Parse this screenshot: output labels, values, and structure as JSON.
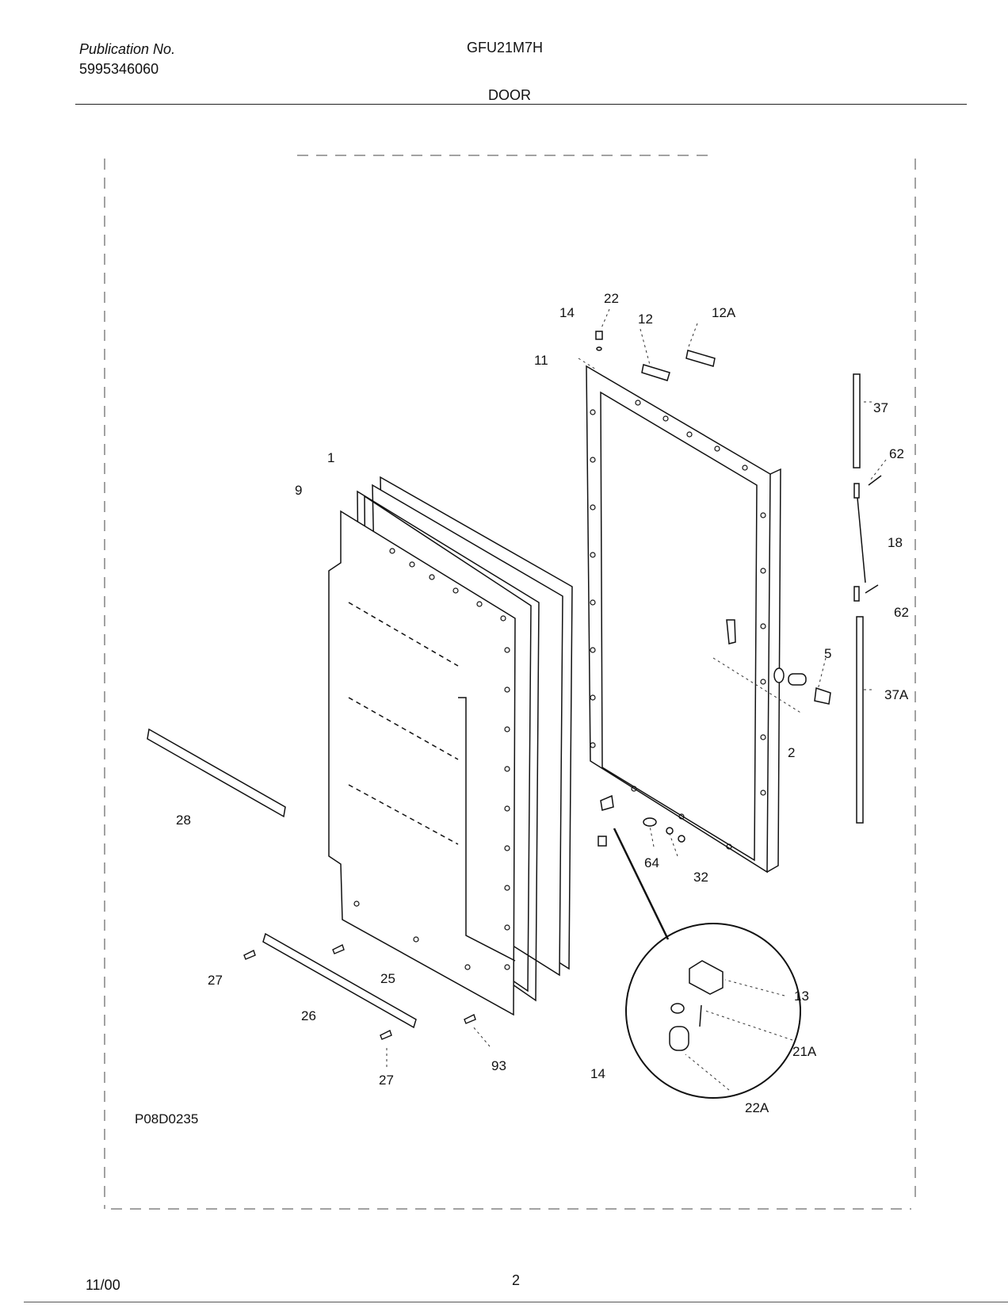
{
  "header": {
    "publication_label": "Publication No.",
    "publication_number": "5995346060",
    "model": "GFU21M7H",
    "section": "DOOR"
  },
  "diagram": {
    "code": "P08D0235",
    "callouts": {
      "c1": "1",
      "c2": "2",
      "c5": "5",
      "c9": "9",
      "c11": "11",
      "c12": "12",
      "c12a": "12A",
      "c13": "13",
      "c14a": "14",
      "c14b": "14",
      "c18": "18",
      "c21a": "21A",
      "c22": "22",
      "c22a": "22A",
      "c25": "25",
      "c26": "26",
      "c27a": "27",
      "c27b": "27",
      "c28": "28",
      "c32": "32",
      "c37": "37",
      "c37a": "37A",
      "c62a": "62",
      "c62b": "62",
      "c64": "64",
      "c93": "93"
    }
  },
  "footer": {
    "date": "11/00",
    "page": "2"
  }
}
